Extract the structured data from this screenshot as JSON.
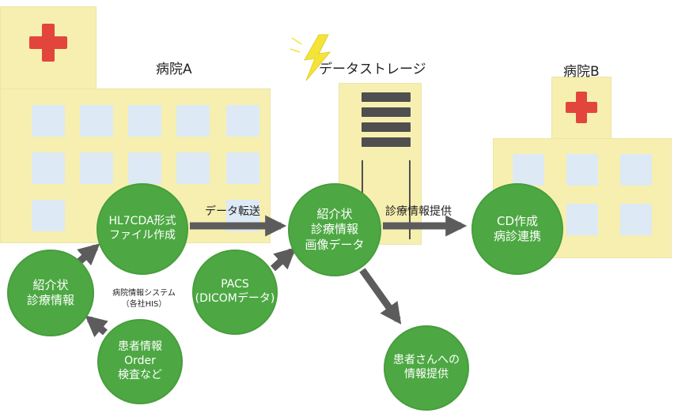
{
  "hospital_a": {
    "title": "病院A"
  },
  "storage": {
    "title": "データストレージ"
  },
  "hospital_b": {
    "title": "病院B"
  },
  "circles": {
    "hl7": {
      "line1": "HL7CDA形式",
      "line2": "ファイル作成"
    },
    "shokai": {
      "line1": "紹介状",
      "line2": "診療情報"
    },
    "kanja": {
      "line1": "患者情報",
      "line2": "Order",
      "line3": "検査など"
    },
    "pacs": {
      "line1": "PACS",
      "line2": "(DICOMデータ)"
    },
    "data": {
      "line1": "紹介状",
      "line2": "診療情報",
      "line3": "画像データ"
    },
    "cd": {
      "line1": "CD作成",
      "line2": "病診連携"
    },
    "patient": {
      "line1": "患者さんへの",
      "line2": "情報提供"
    }
  },
  "labels": {
    "transfer": "データ転送",
    "provide": "診療情報提供",
    "his_line1": "病院情報システム",
    "his_line2": "（各社HIS）"
  },
  "colors": {
    "circle_green": "#4da843",
    "arrow_gray": "#5c5c5c",
    "building_yellow": "#f6efb0",
    "window_blue": "#dde9f4",
    "cross_red": "#e2453c",
    "lightning_yellow": "#f4e43a"
  }
}
